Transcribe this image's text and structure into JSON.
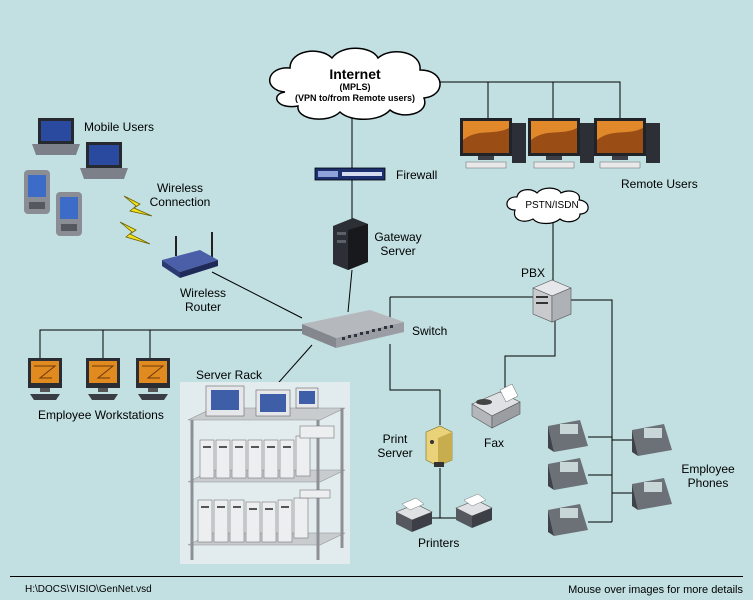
{
  "internet": {
    "title": "Internet",
    "line1": "(MPLS)",
    "line2": "(VPN to/from Remote users)"
  },
  "pstn": {
    "label": "PSTN/ISDN"
  },
  "labels": {
    "mobile_users": "Mobile Users",
    "wireless_connection_1": "Wireless",
    "wireless_connection_2": "Connection",
    "firewall": "Firewall",
    "remote_users": "Remote Users",
    "gateway_server_1": "Gateway",
    "gateway_server_2": "Server",
    "pbx": "PBX",
    "wireless_router_1": "Wireless",
    "wireless_router_2": "Router",
    "switch": "Switch",
    "server_rack": "Server Rack",
    "employee_workstations": "Employee Workstations",
    "print_server_1": "Print",
    "print_server_2": "Server",
    "fax": "Fax",
    "employee_phones_1": "Employee",
    "employee_phones_2": "Phones",
    "printers": "Printers"
  },
  "footer": {
    "file_path": "H:\\DOCS\\VISIO\\GenNet.vsd",
    "hint": "Mouse over images for more details"
  },
  "colors": {
    "background": "#c2e0e2",
    "line": "#000000",
    "monitor_screen": "#e08a20",
    "device_gray": "#b9bcc0",
    "device_dark": "#2a2d33"
  }
}
